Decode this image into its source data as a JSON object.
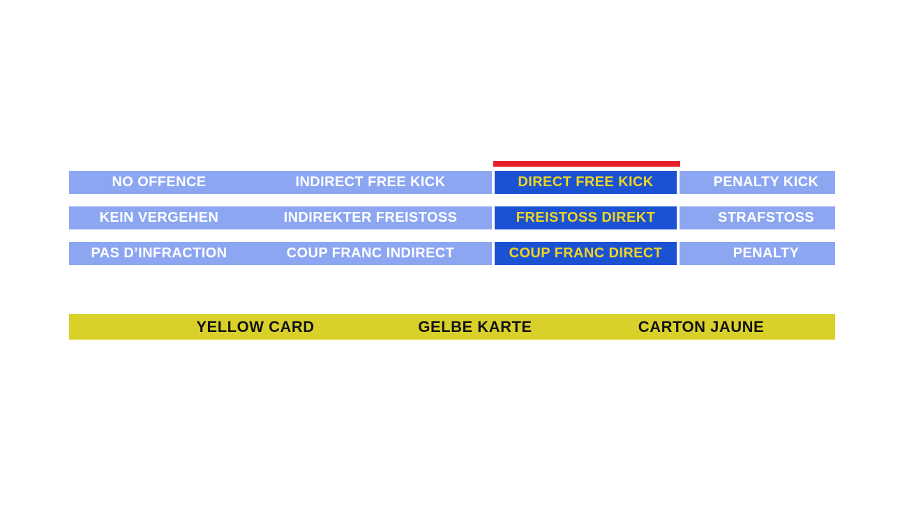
{
  "colors": {
    "light_blue": "#8CA6F2",
    "dark_blue": "#1B52D4",
    "red": "#E6202B",
    "yellow_bar": "#D9D12A",
    "yellow_text": "#EFD521",
    "white_text": "#FFFFFF",
    "black_text": "#141414"
  },
  "answer_grid": {
    "selected_column": "direct-free-kick",
    "rows": [
      {
        "language": "english",
        "cells": [
          {
            "label": "NO OFFENCE",
            "selected": false
          },
          {
            "label": "INDIRECT FREE KICK",
            "selected": false
          },
          {
            "label": "DIRECT FREE KICK",
            "selected": true
          },
          {
            "label": "PENALTY KICK",
            "selected": false
          }
        ]
      },
      {
        "language": "german",
        "cells": [
          {
            "label": "KEIN VERGEHEN",
            "selected": false
          },
          {
            "label": "INDIREKTER FREISTOSS",
            "selected": false
          },
          {
            "label": "FREISTOSS DIREKT",
            "selected": true
          },
          {
            "label": "STRAFSTOSS",
            "selected": false
          }
        ]
      },
      {
        "language": "french",
        "cells": [
          {
            "label": "PAS D’INFRACTION",
            "selected": false
          },
          {
            "label": "COUP FRANC INDIRECT",
            "selected": false
          },
          {
            "label": "COUP FRANC DIRECT",
            "selected": true
          },
          {
            "label": "PENALTY",
            "selected": false
          }
        ]
      }
    ]
  },
  "card_bar": {
    "labels": [
      "YELLOW CARD",
      "GELBE KARTE",
      "CARTON JAUNE"
    ]
  }
}
